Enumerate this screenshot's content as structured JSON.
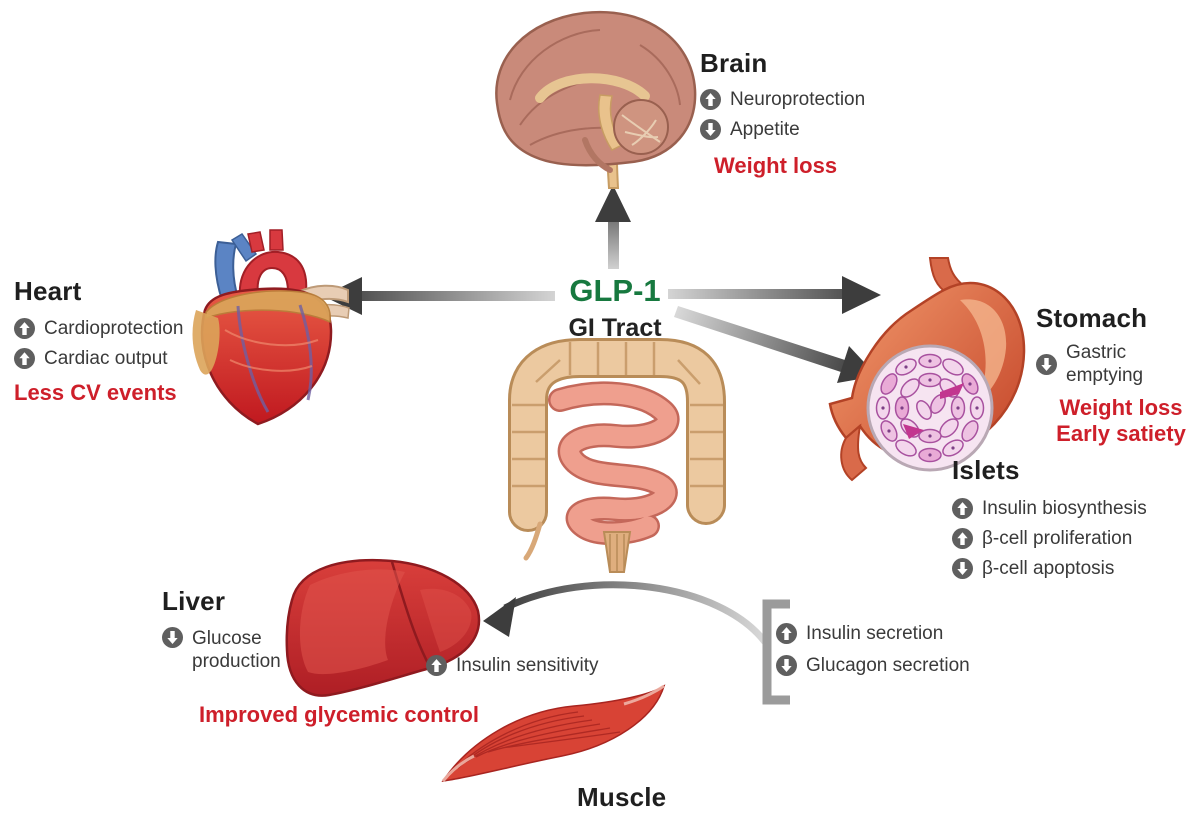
{
  "center": {
    "hormone": "GLP-1",
    "source": "GI Tract"
  },
  "colors": {
    "outcome_red": "#ce1f2a",
    "hormone_green": "#17793f",
    "arrow_dark": "#3d3d3d",
    "circle_gray": "#5f5f5f"
  },
  "brain": {
    "title": "Brain",
    "items": [
      {
        "dir": "up",
        "text": "Neuroprotection"
      },
      {
        "dir": "down",
        "text": "Appetite"
      }
    ],
    "outcome": "Weight loss"
  },
  "heart": {
    "title": "Heart",
    "items": [
      {
        "dir": "up",
        "text": "Cardioprotection"
      },
      {
        "dir": "up",
        "text": "Cardiac output"
      }
    ],
    "outcome": "Less CV events"
  },
  "stomach": {
    "title": "Stomach",
    "items": [
      {
        "dir": "down",
        "text": "Gastric emptying"
      }
    ],
    "outcome_line1": "Weight loss",
    "outcome_line2": "Early satiety"
  },
  "islets": {
    "title": "Islets",
    "items": [
      {
        "dir": "up",
        "text": "Insulin biosynthesis"
      },
      {
        "dir": "up",
        "text": "β-cell proliferation"
      },
      {
        "dir": "down",
        "text": "β-cell apoptosis"
      }
    ]
  },
  "pancreatic_effects": {
    "items": [
      {
        "dir": "up",
        "text": "Insulin secretion"
      },
      {
        "dir": "down",
        "text": "Glucagon secretion"
      }
    ]
  },
  "liver": {
    "title": "Liver",
    "items": [
      {
        "dir": "down",
        "text": "Glucose production"
      }
    ],
    "outcome": "Improved glycemic control"
  },
  "muscle": {
    "title": "Muscle",
    "items": [
      {
        "dir": "up",
        "text": "Insulin sensitivity"
      }
    ]
  }
}
